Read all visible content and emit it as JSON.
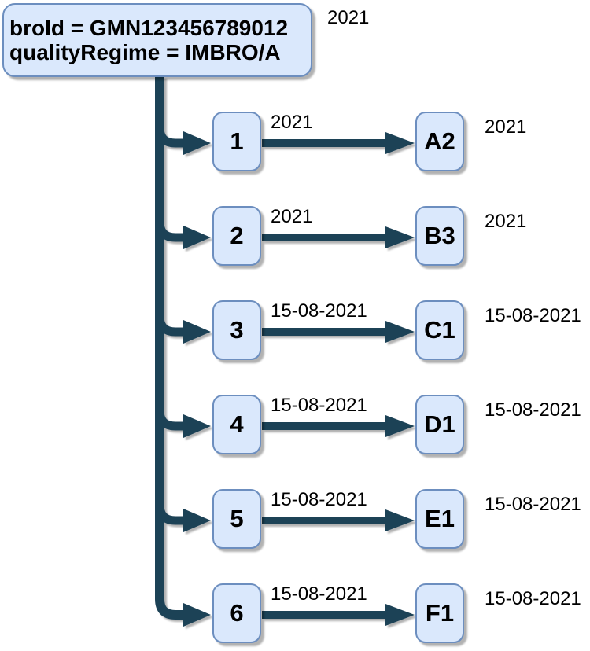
{
  "diagram": {
    "root": {
      "line1": "broId = GMN123456789012",
      "line2": "qualityRegime = IMBRO/A",
      "side_label": "2021"
    },
    "rows": [
      {
        "source": "1",
        "edge_label": "2021",
        "target": "A2",
        "side_label": "2021"
      },
      {
        "source": "2",
        "edge_label": "2021",
        "target": "B3",
        "side_label": "2021"
      },
      {
        "source": "3",
        "edge_label": "15-08-2021",
        "target": "C1",
        "side_label": "15-08-2021"
      },
      {
        "source": "4",
        "edge_label": "15-08-2021",
        "target": "D1",
        "side_label": "15-08-2021"
      },
      {
        "source": "5",
        "edge_label": "15-08-2021",
        "target": "E1",
        "side_label": "15-08-2021"
      },
      {
        "source": "6",
        "edge_label": "15-08-2021",
        "target": "F1",
        "side_label": "15-08-2021"
      }
    ]
  },
  "colors": {
    "connector": "#1f4257",
    "node_fill": "#dae8fc",
    "node_border": "#6c8ebf",
    "label_text": "#000000",
    "background": "#ffffff"
  }
}
